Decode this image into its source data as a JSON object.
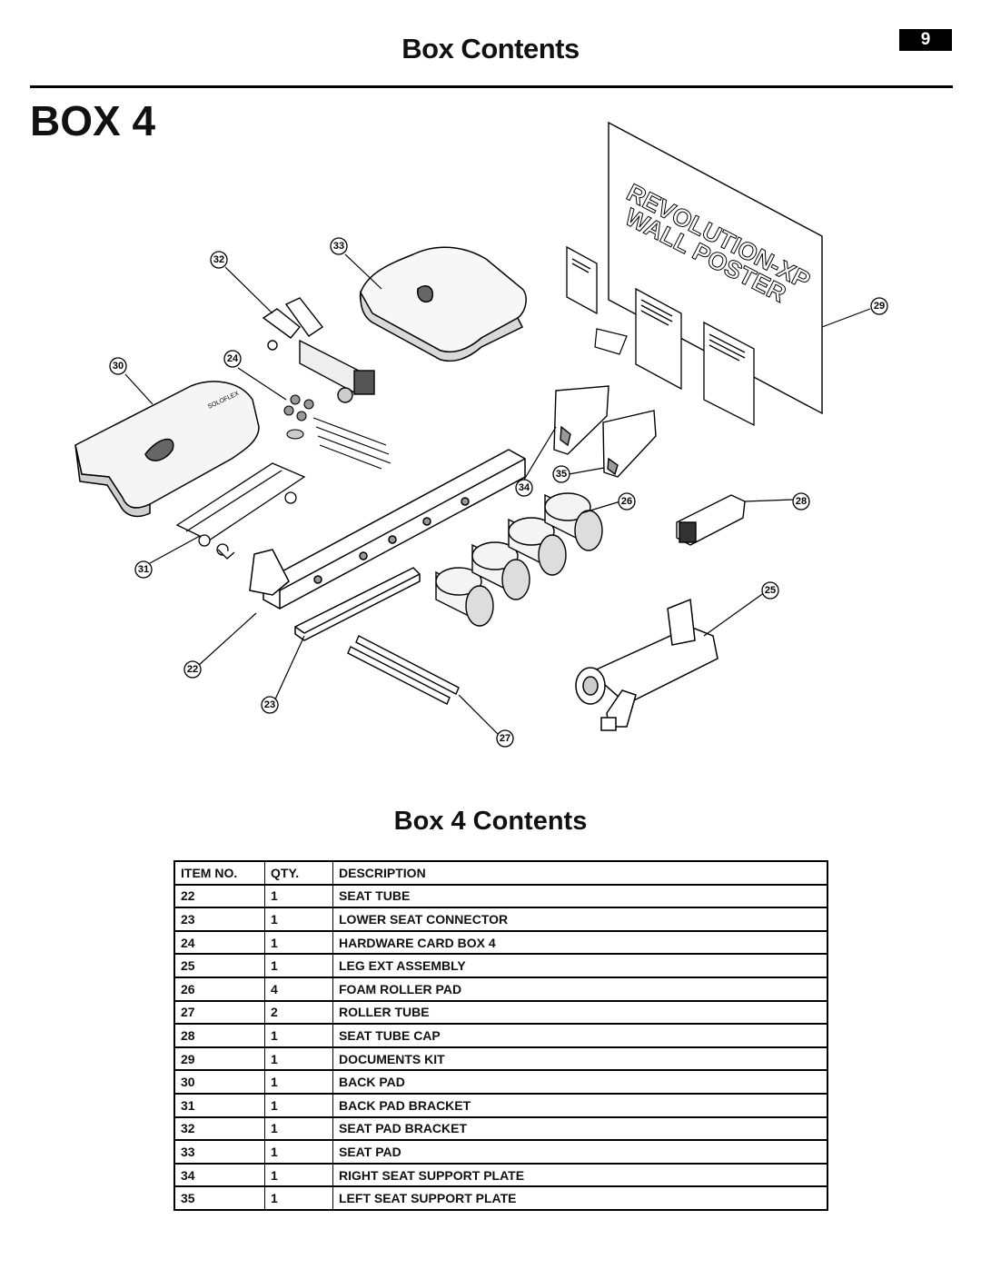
{
  "header": {
    "title": "Box Contents",
    "page_number": "9"
  },
  "box_heading": "BOX 4",
  "diagram": {
    "callouts": [
      "22",
      "23",
      "24",
      "25",
      "26",
      "27",
      "28",
      "29",
      "30",
      "31",
      "32",
      "33",
      "34",
      "35"
    ],
    "poster": {
      "line1": "REVOLUTION-XP",
      "line2": "WALL POSTER"
    }
  },
  "contents_title": "Box 4 Contents",
  "table": {
    "headers": [
      "ITEM NO.",
      "QTY.",
      "DESCRIPTION"
    ],
    "rows": [
      {
        "item": "22",
        "qty": "1",
        "desc": "SEAT TUBE"
      },
      {
        "item": "23",
        "qty": "1",
        "desc": "LOWER SEAT CONNECTOR"
      },
      {
        "item": "24",
        "qty": "1",
        "desc": "HARDWARE CARD BOX 4"
      },
      {
        "item": "25",
        "qty": "1",
        "desc": "LEG EXT ASSEMBLY"
      },
      {
        "item": "26",
        "qty": "4",
        "desc": "FOAM ROLLER PAD"
      },
      {
        "item": "27",
        "qty": "2",
        "desc": "ROLLER TUBE"
      },
      {
        "item": "28",
        "qty": "1",
        "desc": "SEAT TUBE CAP"
      },
      {
        "item": "29",
        "qty": "1",
        "desc": "DOCUMENTS KIT"
      },
      {
        "item": "30",
        "qty": "1",
        "desc": "BACK PAD"
      },
      {
        "item": "31",
        "qty": "1",
        "desc": "BACK PAD BRACKET"
      },
      {
        "item": "32",
        "qty": "1",
        "desc": "SEAT PAD BRACKET"
      },
      {
        "item": "33",
        "qty": "1",
        "desc": "SEAT PAD"
      },
      {
        "item": "34",
        "qty": "1",
        "desc": "RIGHT SEAT SUPPORT PLATE"
      },
      {
        "item": "35",
        "qty": "1",
        "desc": "LEFT SEAT SUPPORT PLATE"
      }
    ]
  }
}
